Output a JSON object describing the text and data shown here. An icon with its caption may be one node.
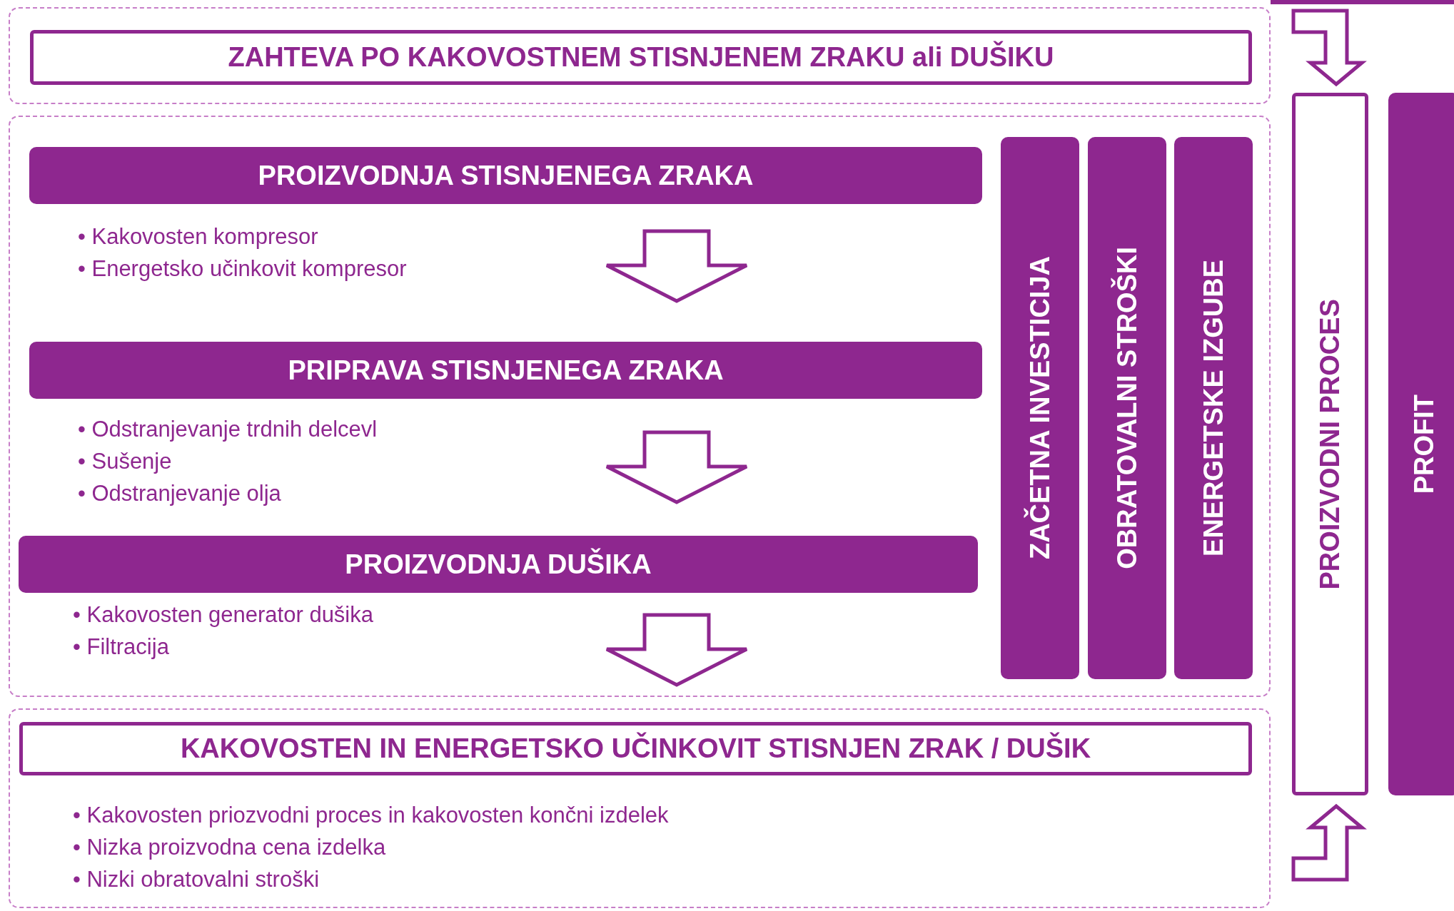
{
  "diagram": {
    "nodes": [
      {
        "text": [],
        "shape": "box"
      },
      {
        "text": [
          "ZAHTEVA PO KAKOVOSTNEM STISNJENEM ZRAKU ali DUŠIKU"
        ],
        "in": 0
      },
      {
        "text": [],
        "shape": "box"
      },
      {
        "text": [
          "PROIZVODNJA STISNJENEGA ZRAKA"
        ],
        "in": 2,
        "beside": [
          "• Kakovosten kompresor",
          "• Energetsko učinkovit kompresor"
        ]
      },
      {
        "text": [
          "PRIPRAVA STISNJENEGA ZRAKA"
        ],
        "in": 2,
        "beside": [
          "• Odstranjevanje trdnih delcevl",
          "• Sušenje",
          "• Odstranjevanje olja"
        ]
      },
      {
        "text": [
          "PROIZVODNJA DUŠIKA"
        ],
        "in": 2,
        "beside": [
          "• Kakovosten generator dušika",
          "• Filtracija"
        ]
      },
      {
        "text": [
          "ZAČETNA INVESTICIJA"
        ],
        "in": 2
      },
      {
        "text": [
          "OBRATOVALNI STROŠKI"
        ],
        "in": 2
      },
      {
        "text": [
          "ENERGETSKE IZGUBE"
        ],
        "in": 2
      },
      {
        "text": [],
        "shape": "box"
      },
      {
        "text": [
          "KAKOVOSTEN IN ENERGETSKO UČINKOVIT STISNJEN ZRAK / DUŠIK"
        ],
        "in": 9,
        "beside": [
          "• Kakovosten priozvodni proces in kakovosten končni izdelek",
          "• Nizka proizvodna cena izdelka",
          "• Nizki obratovalni stroški"
        ]
      },
      {
        "text": [
          "PROIZVODNI PROCES"
        ]
      },
      {
        "text": [
          "PROFIT"
        ]
      }
    ],
    "edges": [
      {
        "from": 3,
        "to": 4,
        "arrow": "to"
      },
      {
        "from": 4,
        "to": 5,
        "arrow": "to"
      },
      {
        "from": 5,
        "to": 10,
        "arrow": "to"
      },
      {
        "from": 0,
        "to": 11,
        "arrow": "to"
      },
      {
        "from": 9,
        "to": 11,
        "arrow": "to"
      }
    ]
  }
}
